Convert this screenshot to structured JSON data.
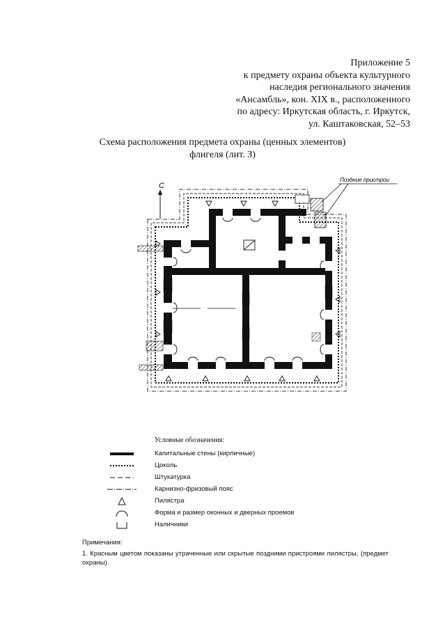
{
  "header": {
    "lines": [
      "Приложение 5",
      "к предмету охраны объекта культурного",
      "наследия регионального значения",
      "«Ансамбль», кон. XIX в., расположенного",
      "по адресу: Иркутская область, г. Иркутск,",
      "ул. Каштаковская, 52–53"
    ]
  },
  "title": {
    "line1": "Схема расположения предмета охраны (ценных элементов)",
    "line2": "флигеля (лит. З)"
  },
  "plan": {
    "north_label": "С",
    "annex_label": "Поздние пристрои"
  },
  "legend": {
    "title": "Условные обозначения:",
    "items": [
      {
        "symbol": "thick-line",
        "label": "Капитальные стены (кирпичные)"
      },
      {
        "symbol": "dotted-line",
        "label": "Цоколь"
      },
      {
        "symbol": "dashed-line",
        "label": "Штукатурка"
      },
      {
        "symbol": "dash-dot-line",
        "label": "Карнизно-фризовый пояс"
      },
      {
        "symbol": "triangle",
        "label": "Пилястра"
      },
      {
        "symbol": "arc",
        "label": "Форма и размер оконных и дверных проемов"
      },
      {
        "symbol": "bracket",
        "label": "Наличники"
      }
    ]
  },
  "notes": {
    "title": "Примечания:",
    "text": "1. Красным цветом показаны утраченные или скрытые поздними пристроями пилястры, (предмет охраны)."
  }
}
